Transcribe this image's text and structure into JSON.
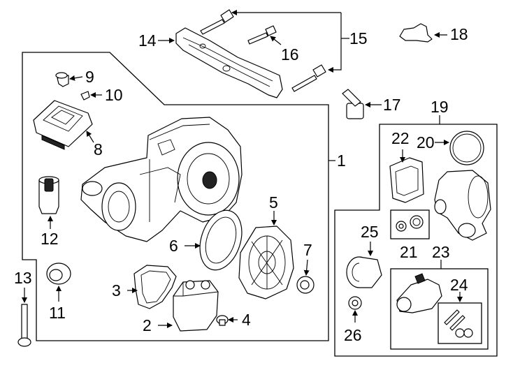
{
  "callouts": {
    "c1": "1",
    "c2": "2",
    "c3": "3",
    "c4": "4",
    "c5": "5",
    "c6": "6",
    "c7": "7",
    "c8": "8",
    "c9": "9",
    "c10": "10",
    "c11": "11",
    "c12": "12",
    "c13": "13",
    "c14": "14",
    "c15": "15",
    "c16": "16",
    "c17": "17",
    "c18": "18",
    "c19": "19",
    "c20": "20",
    "c21": "21",
    "c22": "22",
    "c23": "23",
    "c24": "24",
    "c25": "25",
    "c26": "26"
  },
  "colors": {
    "line": "#000000",
    "background": "#ffffff"
  }
}
